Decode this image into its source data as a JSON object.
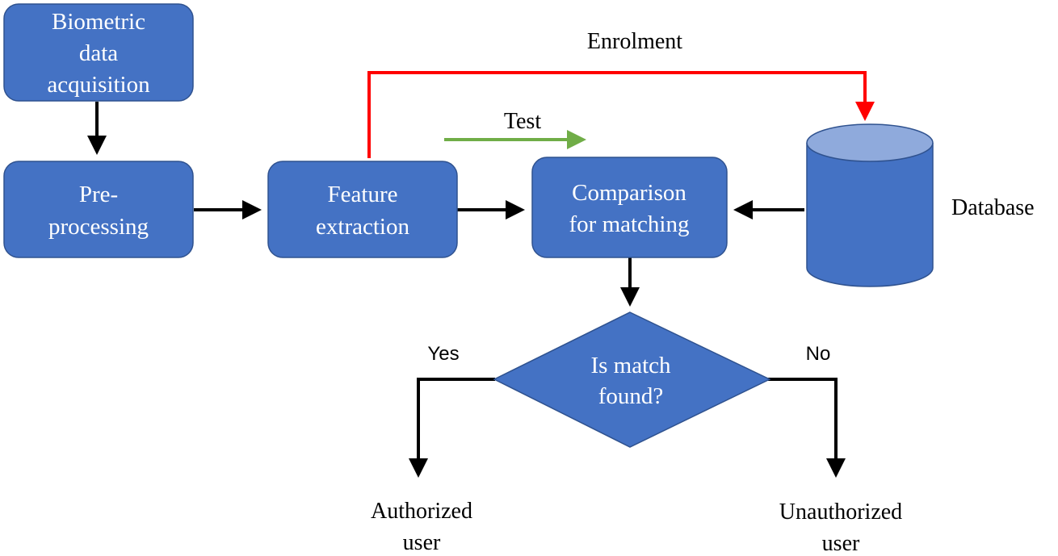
{
  "colors": {
    "box_fill": "#4472C4",
    "box_stroke": "#2F528F",
    "cylinder_top": "#8FAADC",
    "enrolment_arrow": "#FF0000",
    "test_arrow": "#70AD47",
    "flow_arrow": "#000000"
  },
  "nodes": {
    "acquisition": {
      "line1": "Biometric",
      "line2": "data",
      "line3": "acquisition"
    },
    "preprocessing": {
      "line1": "Pre-",
      "line2": "processing"
    },
    "feature": {
      "line1": "Feature",
      "line2": "extraction"
    },
    "comparison": {
      "line1": "Comparison",
      "line2": "for matching"
    },
    "decision": {
      "line1": "Is match",
      "line2": "found?"
    },
    "database": {
      "label": "Database",
      "icon": "database-cylinder-icon"
    }
  },
  "edges": {
    "enrolment": "Enrolment",
    "test": "Test",
    "yes": "Yes",
    "no": "No"
  },
  "outcomes": {
    "authorized": {
      "line1": "Authorized",
      "line2": "user"
    },
    "unauthorized": {
      "line1": "Unauthorized",
      "line2": "user"
    }
  }
}
